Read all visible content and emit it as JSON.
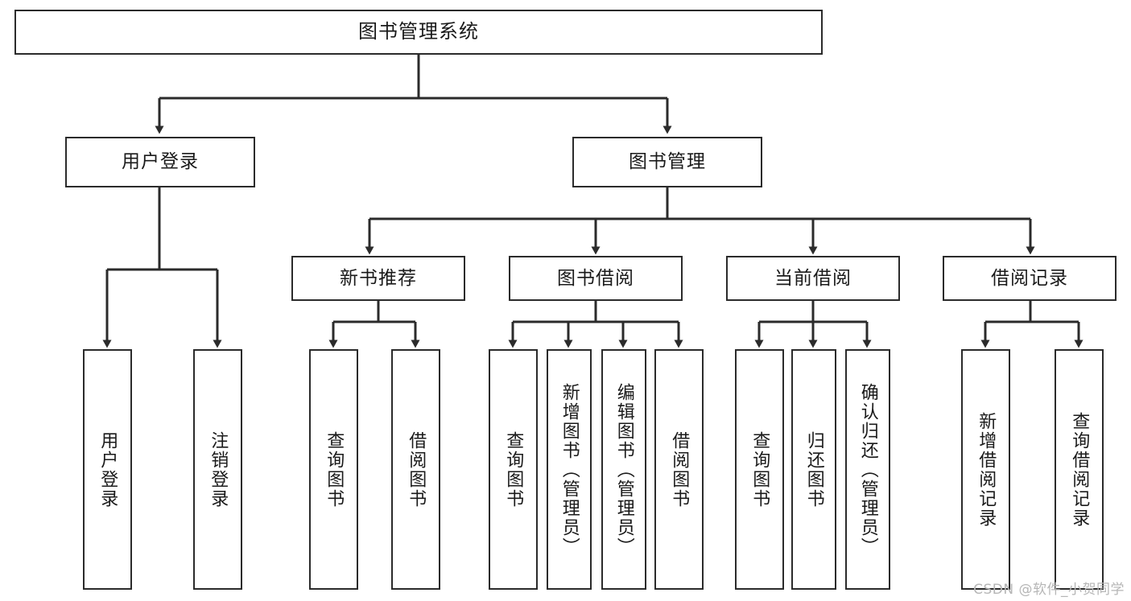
{
  "diagram": {
    "type": "tree-hierarchy",
    "title": "图书管理系统",
    "orientation": "top-down",
    "line_color": "#2b2b2b",
    "box_fill": "#ffffff",
    "text_color": "#1a1a1a"
  },
  "root": {
    "label": "图书管理系统"
  },
  "level2": [
    {
      "label": "用户登录"
    },
    {
      "label": "图书管理"
    }
  ],
  "level3": [
    {
      "label": "新书推荐"
    },
    {
      "label": "图书借阅"
    },
    {
      "label": "当前借阅"
    },
    {
      "label": "借阅记录"
    }
  ],
  "leaves": {
    "user_login": [
      {
        "label": "用户登录"
      },
      {
        "label": "注销登录"
      }
    ],
    "new_book": [
      {
        "label": "查询图书"
      },
      {
        "label": "借阅图书"
      }
    ],
    "book_borrow": [
      {
        "label": "查询图书"
      },
      {
        "label": "新增图书（管理员）"
      },
      {
        "label": "编辑图书（管理员）"
      },
      {
        "label": "借阅图书"
      }
    ],
    "current_borrow": [
      {
        "label": "查询图书"
      },
      {
        "label": "归还图书"
      },
      {
        "label": "确认归还（管理员）"
      }
    ],
    "borrow_record": [
      {
        "label": "新增借阅记录"
      },
      {
        "label": "查询借阅记录"
      }
    ]
  },
  "watermark": {
    "text": "CSDN @软件_小贺同学",
    "color": "#b6b6b6"
  }
}
